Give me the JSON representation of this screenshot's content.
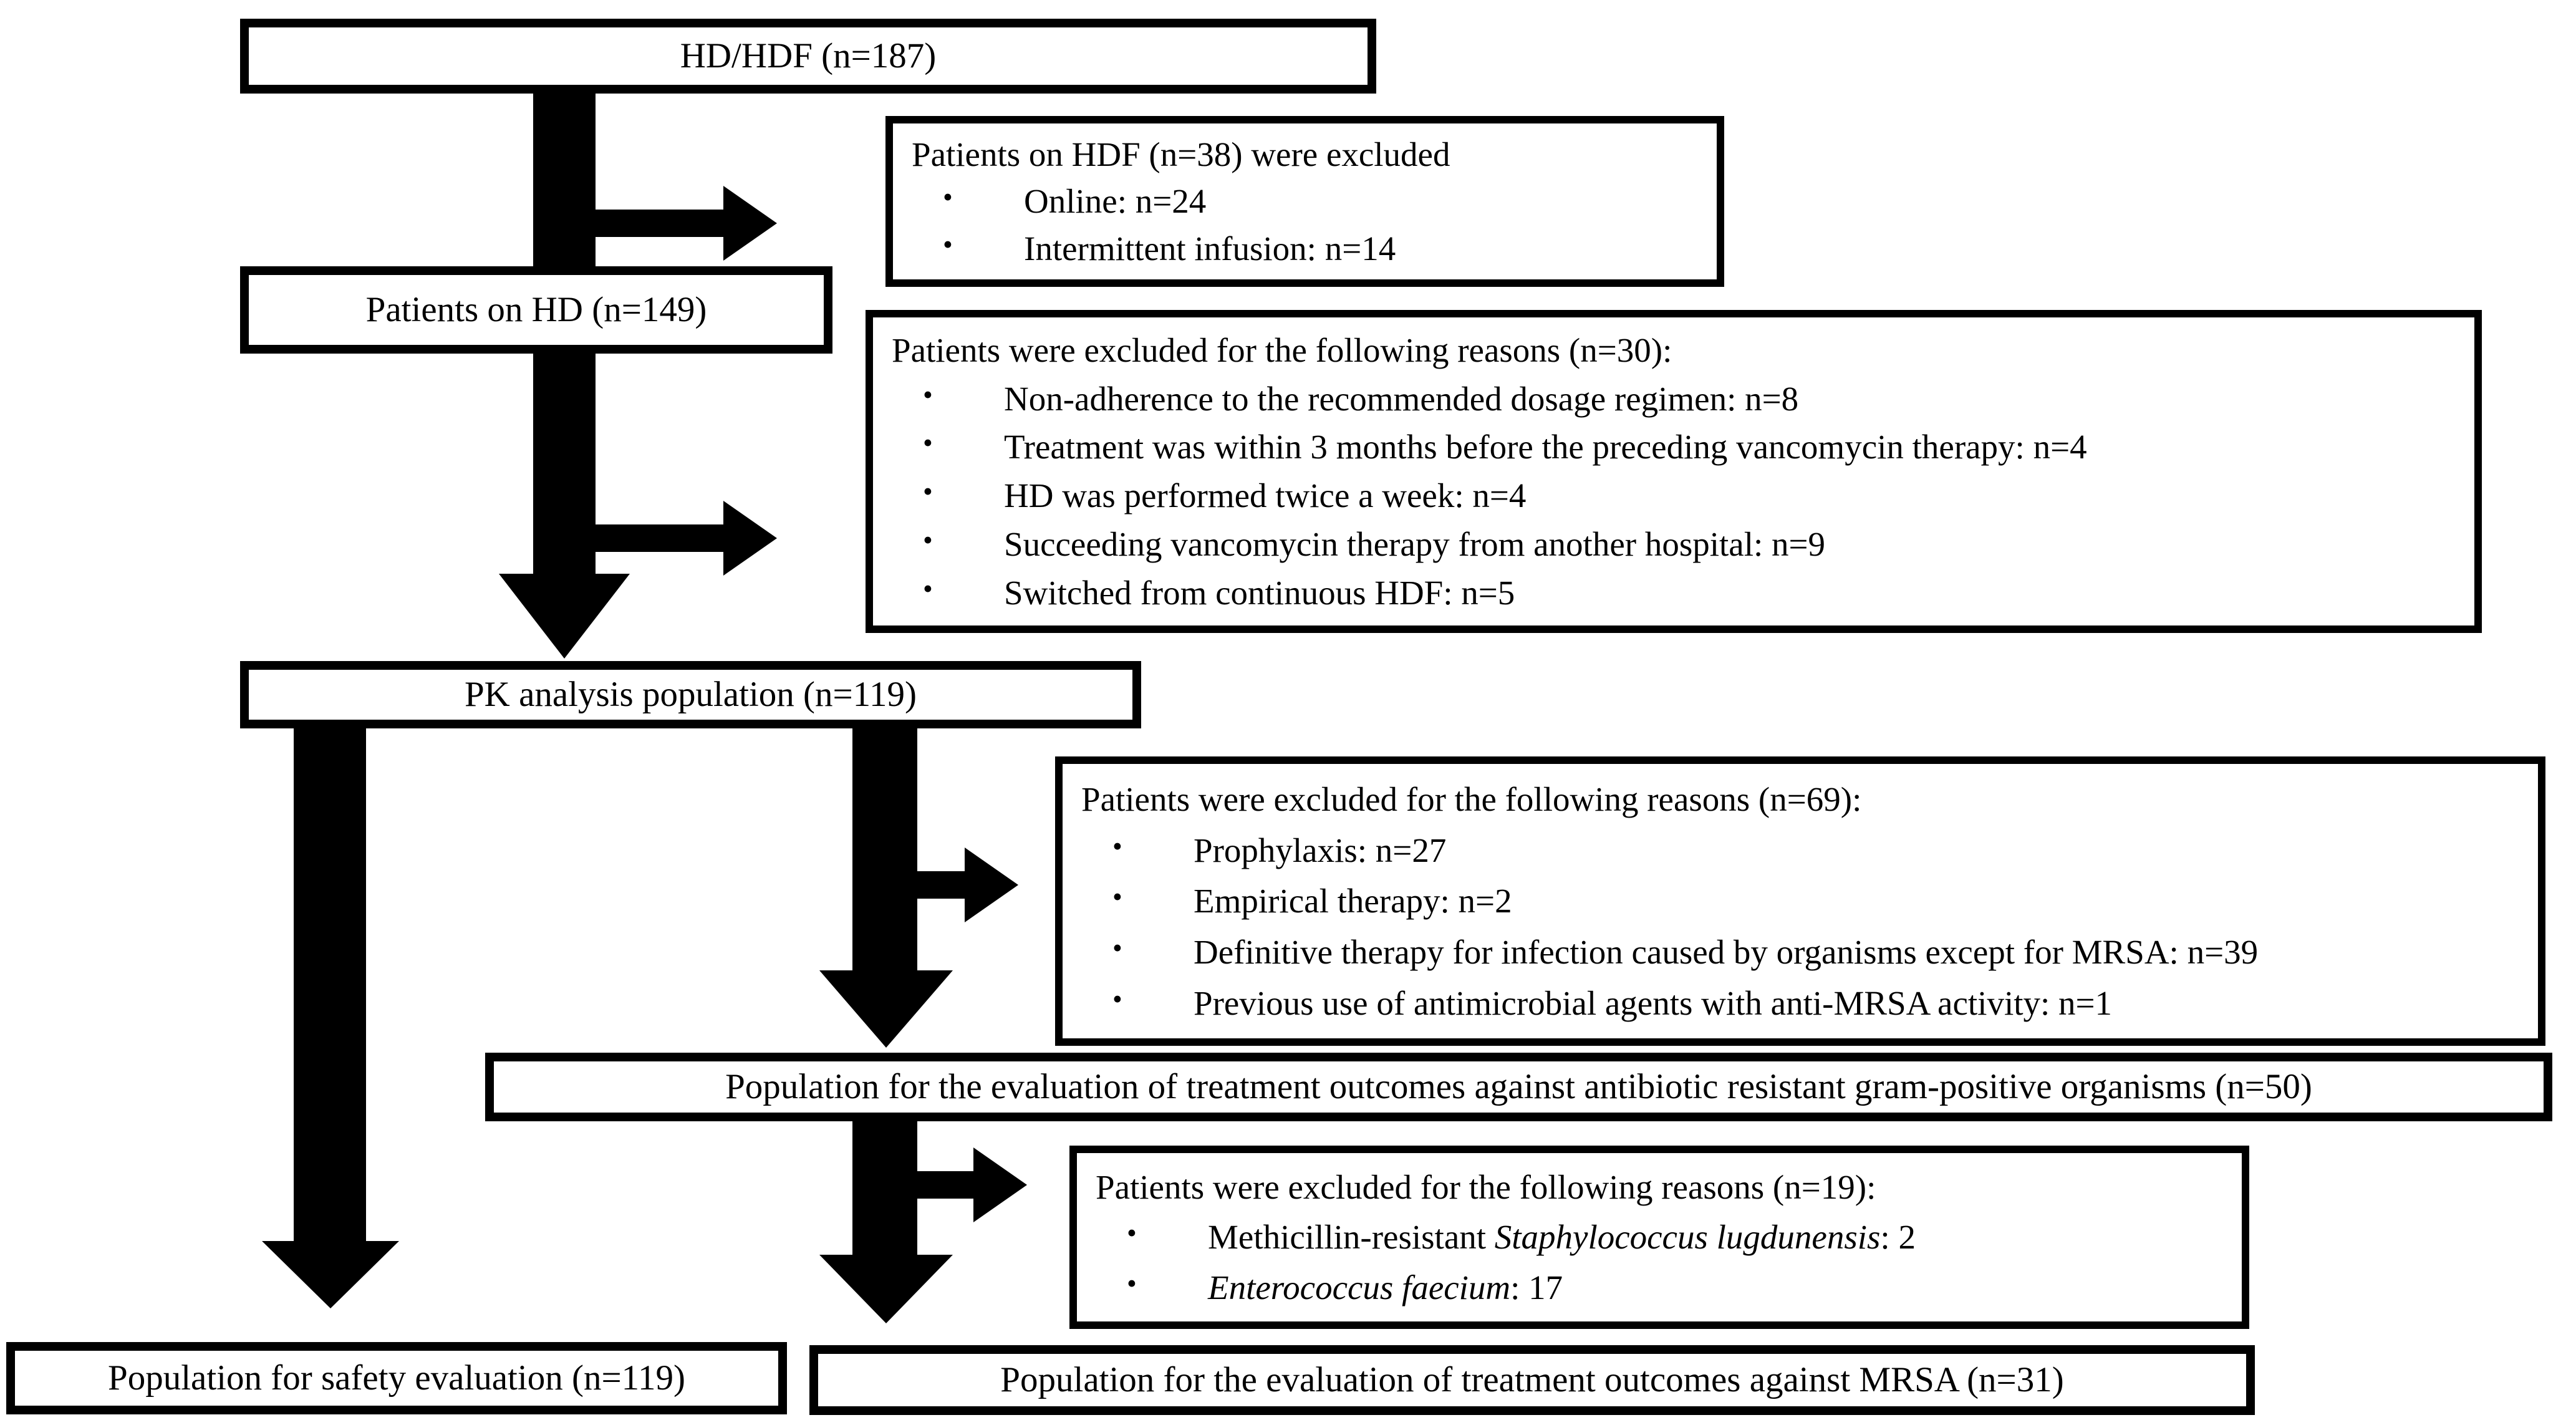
{
  "figure": {
    "description": "Patient flow diagram",
    "boxes": {
      "hd_hdf": {
        "label": "HD/HDF  (n=187)"
      },
      "patients_hd": {
        "label": "Patients on HD  (n=149)"
      },
      "pk": {
        "label": "PK analysis population  (n=119)"
      },
      "gram_positive": {
        "label": "Population for the evaluation of treatment outcomes against antibiotic resistant gram-positive organisms (n=50)"
      },
      "safety": {
        "label": "Population for safety evaluation (n=119)"
      },
      "mrsa": {
        "label": "Population for the evaluation of treatment outcomes against MRSA (n=31)"
      }
    },
    "exclusions": {
      "hdf": {
        "title": "Patients on HDF  (n=38) were excluded",
        "items": [
          "Online: n=24",
          "Intermittent infusion: n=14"
        ]
      },
      "reasons30": {
        "title": "Patients were excluded for the following reasons (n=30):",
        "items": [
          "Non-adherence to the recommended dosage regimen: n=8",
          "Treatment was within 3 months before the preceding vancomycin therapy: n=4",
          "HD was performed twice a week: n=4",
          "Succeeding vancomycin therapy from another hospital: n=9",
          "Switched from continuous HDF: n=5"
        ]
      },
      "reasons69": {
        "title": "Patients were excluded for the following reasons (n=69):",
        "items": [
          "Prophylaxis: n=27",
          "Empirical therapy: n=2",
          "Definitive therapy for infection caused by organisms except for MRSA: n=39",
          "Previous use of antimicrobial agents with anti-MRSA activity: n=1"
        ]
      },
      "reasons19": {
        "title": "Patients were excluded for the following reasons (n=19):",
        "items_rich": [
          {
            "pre": "Methicillin-resistant ",
            "italic": "Staphylococcus lugdunensis",
            "post": ": 2"
          },
          {
            "pre": "",
            "italic": "Enterococcus faecium",
            "post": ": 17"
          }
        ]
      }
    },
    "colors": {
      "ink": "#000000",
      "background": "#ffffff"
    }
  }
}
